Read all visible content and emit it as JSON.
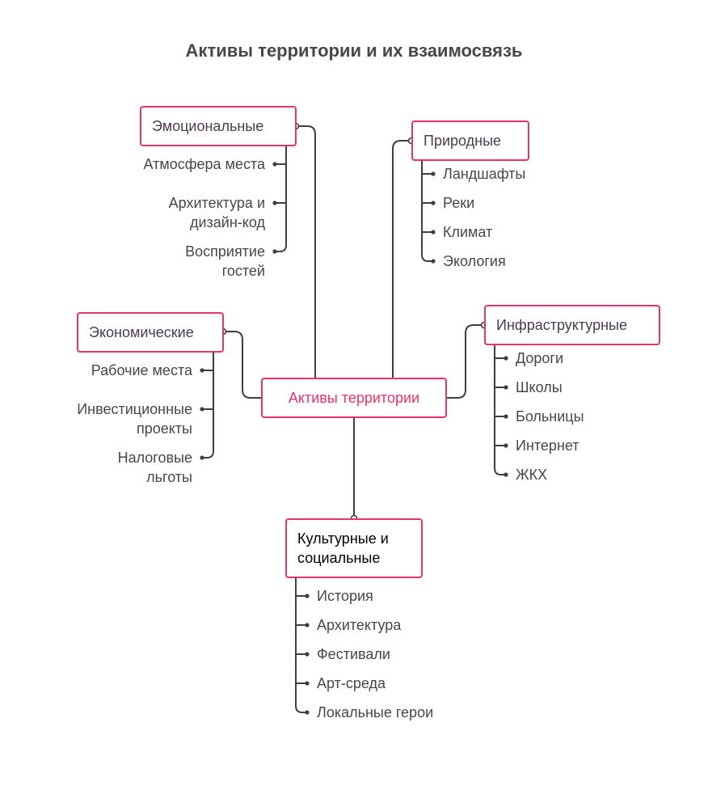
{
  "title": "Активы территории и их взаимосвязь",
  "center": "Активы территории",
  "nodes": {
    "emotional": {
      "label": "Эмоциональные",
      "items": [
        "Атмосфера места",
        "Архитектура и\nдизайн-код",
        "Восприятие\nгостей"
      ]
    },
    "natural": {
      "label": "Природные",
      "items": [
        "Ландшафты",
        "Реки",
        "Климат",
        "Экология"
      ]
    },
    "economic": {
      "label": "Экономические",
      "items": [
        "Рабочие места",
        "Инвестиционные\nпроекты",
        "Налоговые\nльготы"
      ]
    },
    "infrastructure": {
      "label": "Инфраструктурные",
      "items": [
        "Дороги",
        "Школы",
        "Больницы",
        "Интернет",
        "ЖКХ"
      ]
    },
    "cultural": {
      "label": "Культурные и\nсоциальные",
      "items": [
        "История",
        "Архитектура",
        "Фестивали",
        "Арт-среда",
        "Локальные герои"
      ]
    }
  },
  "colors": {
    "accent": "#e8336b",
    "line": "#3f3f3f",
    "text": "#474747",
    "node_text": "#4a3b4f",
    "cultural_text": "#000000"
  }
}
